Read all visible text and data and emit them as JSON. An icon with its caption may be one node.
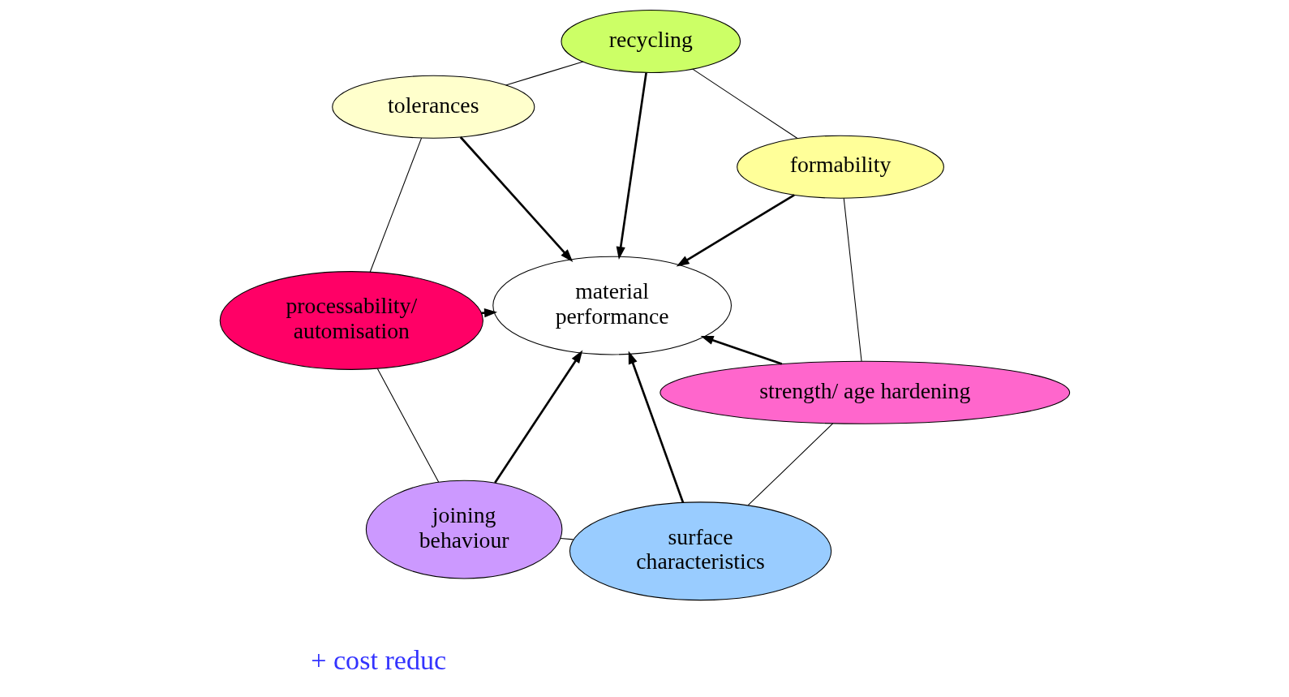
{
  "diagram": {
    "nodes": [
      {
        "text": [
          "material performance"
        ]
      },
      {
        "text": [
          "formability"
        ]
      },
      {
        "text": [
          "strength/ age hardening"
        ]
      },
      {
        "text": [
          "recycling"
        ]
      },
      {
        "text": [
          "surface characteristics"
        ]
      },
      {
        "text": [
          "tolerances"
        ]
      },
      {
        "text": [
          "joining behaviour"
        ]
      },
      {
        "text": [
          "processability/ automisation"
        ]
      }
    ],
    "edges": [
      {
        "from": 1,
        "to": 0,
        "arrow": "to"
      },
      {
        "from": 2,
        "to": 0,
        "arrow": "to"
      },
      {
        "from": 3,
        "to": 0,
        "arrow": "to"
      },
      {
        "from": 4,
        "to": 0,
        "arrow": "to"
      },
      {
        "from": 5,
        "to": 0,
        "arrow": "to"
      },
      {
        "from": 7,
        "to": 0,
        "arrow": "to"
      },
      {
        "from": 6,
        "to": 0,
        "arrow": "to"
      },
      {
        "from": 1,
        "to": 2,
        "arrow": "none"
      },
      {
        "from": 2,
        "to": 4,
        "arrow": "none"
      },
      {
        "from": 4,
        "to": 6,
        "arrow": "none"
      },
      {
        "from": 6,
        "to": 7,
        "arrow": "none"
      },
      {
        "from": 7,
        "to": 5,
        "arrow": "none"
      },
      {
        "from": 5,
        "to": 3,
        "arrow": "none"
      },
      {
        "from": 3,
        "to": 1,
        "arrow": "none"
      }
    ],
    "labels": [
      "+ cost reduc"
    ]
  }
}
